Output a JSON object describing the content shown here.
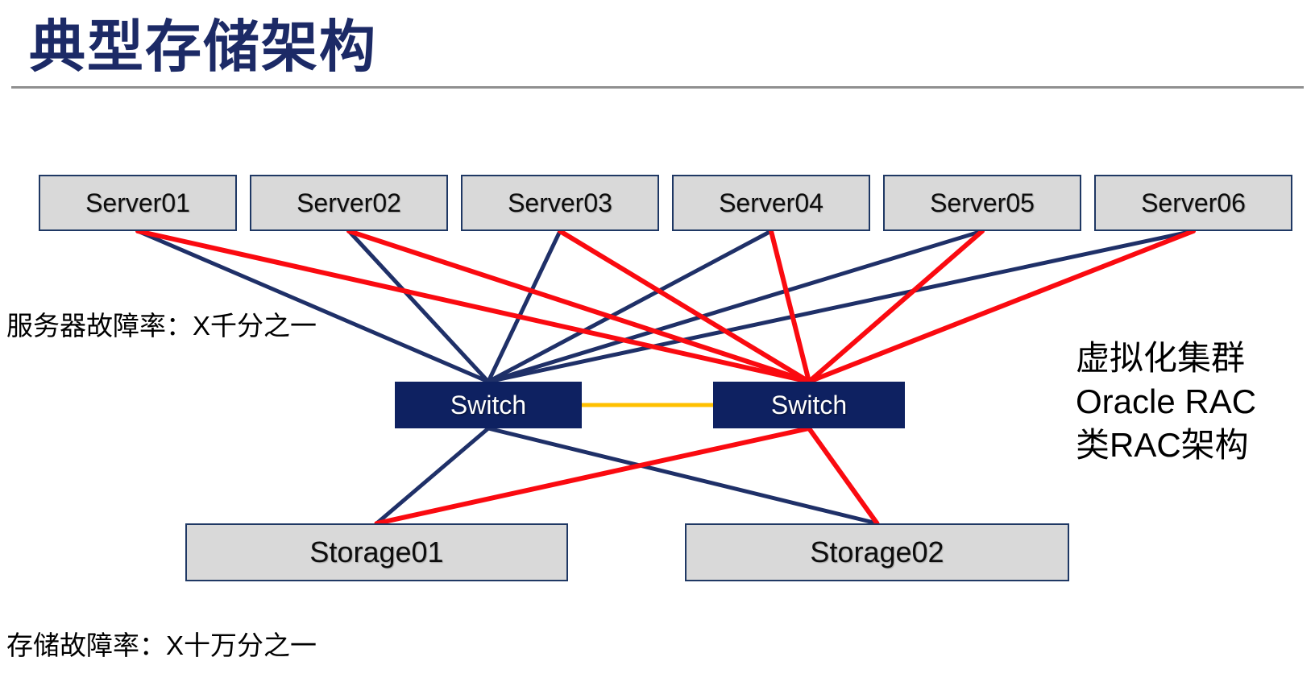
{
  "title": "典型存储架构",
  "annotations": {
    "server_failure_rate": "服务器故障率：X千分之一",
    "storage_failure_rate": "存储故障率：X十万分之一",
    "side_note_lines": [
      "虚拟化集群",
      "Oracle RAC",
      "类RAC架构"
    ]
  },
  "nodes": {
    "servers": [
      {
        "id": "server01",
        "label": "Server01"
      },
      {
        "id": "server02",
        "label": "Server02"
      },
      {
        "id": "server03",
        "label": "Server03"
      },
      {
        "id": "server04",
        "label": "Server04"
      },
      {
        "id": "server05",
        "label": "Server05"
      },
      {
        "id": "server06",
        "label": "Server06"
      }
    ],
    "switches": [
      {
        "id": "switch-a",
        "label": "Switch"
      },
      {
        "id": "switch-b",
        "label": "Switch"
      }
    ],
    "storages": [
      {
        "id": "storage01",
        "label": "Storage01"
      },
      {
        "id": "storage02",
        "label": "Storage02"
      }
    ]
  },
  "line_styles": {
    "fabric-a": {
      "color": "#1F3068",
      "width": 5
    },
    "fabric-b": {
      "color": "#FA0A10",
      "width": 6
    },
    "isl": {
      "color": "#FFC000",
      "width": 5
    }
  },
  "connections": [
    {
      "from": "server01",
      "to": "switch-a",
      "style": "fabric-a"
    },
    {
      "from": "server02",
      "to": "switch-a",
      "style": "fabric-a"
    },
    {
      "from": "server03",
      "to": "switch-a",
      "style": "fabric-a"
    },
    {
      "from": "server04",
      "to": "switch-a",
      "style": "fabric-a"
    },
    {
      "from": "server05",
      "to": "switch-a",
      "style": "fabric-a"
    },
    {
      "from": "server06",
      "to": "switch-a",
      "style": "fabric-a"
    },
    {
      "from": "server01",
      "to": "switch-b",
      "style": "fabric-b"
    },
    {
      "from": "server02",
      "to": "switch-b",
      "style": "fabric-b"
    },
    {
      "from": "server03",
      "to": "switch-b",
      "style": "fabric-b"
    },
    {
      "from": "server04",
      "to": "switch-b",
      "style": "fabric-b"
    },
    {
      "from": "server05",
      "to": "switch-b",
      "style": "fabric-b"
    },
    {
      "from": "server06",
      "to": "switch-b",
      "style": "fabric-b"
    },
    {
      "from": "switch-a",
      "to": "switch-b",
      "style": "isl"
    },
    {
      "from": "switch-a",
      "to": "storage01",
      "style": "fabric-a"
    },
    {
      "from": "switch-a",
      "to": "storage02",
      "style": "fabric-a"
    },
    {
      "from": "switch-b",
      "to": "storage01",
      "style": "fabric-b"
    },
    {
      "from": "switch-b",
      "to": "storage02",
      "style": "fabric-b"
    }
  ],
  "colors": {
    "title": "#1C2A66",
    "node_fill": "#D9D9D9",
    "node_border": "#1F3864",
    "switch_fill": "#0E2161",
    "divider": "#909090"
  }
}
